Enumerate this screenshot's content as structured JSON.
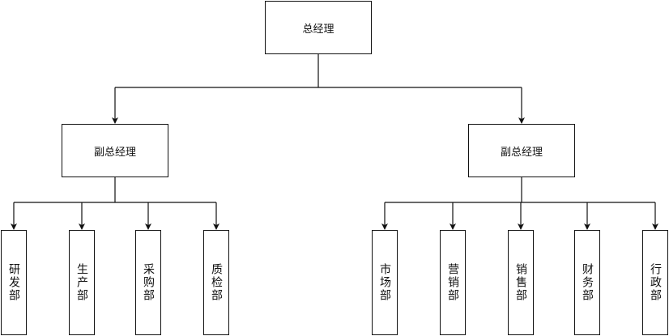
{
  "org_chart": {
    "root": {
      "label": "总经理"
    },
    "managers": [
      {
        "label": "副总经理",
        "departments": [
          "研发部",
          "生产部",
          "采购部",
          "质检部"
        ]
      },
      {
        "label": "副总经理",
        "departments": [
          "市场部",
          "营销部",
          "销售部",
          "财务部",
          "行政部"
        ]
      }
    ]
  }
}
